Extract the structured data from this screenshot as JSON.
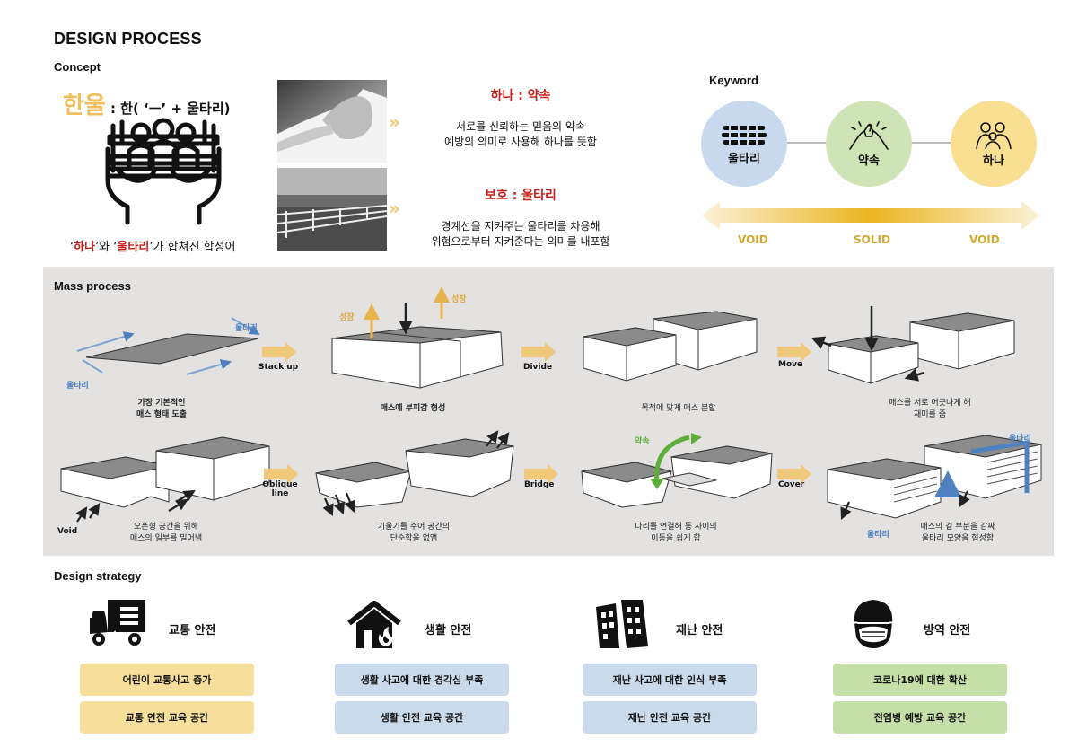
{
  "title": "DESIGN PROCESS",
  "concept": {
    "heading": "Concept",
    "name_highlight": "한울",
    "name_formula": ": 한( ‘ㅡ’ + 울타리)",
    "caption_q1": "‘",
    "caption_hana": "하나",
    "caption_mid": "’와 ‘",
    "caption_ultari": "울타리",
    "caption_end": "’가 합쳐진 합성어",
    "items": [
      {
        "title": "하나 : 약속",
        "line1": "서로를 신뢰하는 믿음의 약속",
        "line2": "예방의 의미로 사용해 하나를 뜻함"
      },
      {
        "title": "보호 : 울타리",
        "line1": "경계선을 지켜주는 울타리를 차용해",
        "line2": "위험으로부터 지켜준다는 의미를 내포함"
      }
    ]
  },
  "keyword": {
    "heading": "Keyword",
    "circles": [
      {
        "label": "울타리",
        "color": "#c8d9ee",
        "icon": "fence-icon"
      },
      {
        "label": "약속",
        "color": "#cfe4b6",
        "icon": "pinky-promise-icon"
      },
      {
        "label": "하나",
        "color": "#f8df92",
        "icon": "family-icon"
      }
    ],
    "scale": [
      "VOID",
      "SOLID",
      "VOID"
    ],
    "accent": "#e9b420"
  },
  "mass": {
    "heading": "Mass process",
    "row1": {
      "steps": [
        "Stack up",
        "Divide",
        "Move"
      ],
      "captions": [
        [
          "가장 기본적인",
          "매스 형태 도출"
        ],
        [
          "매스에 부피감 형성"
        ],
        [
          "목적에 맞게 매스 분할"
        ],
        [
          "매스를 서로 어긋나게 해",
          "재미를 줌"
        ]
      ],
      "fence_top": "울타리",
      "fence_bottom": "울타리",
      "grow": "성장"
    },
    "row2": {
      "steps": [
        "Oblique",
        "line",
        "Bridge",
        "Cover"
      ],
      "void": "Void",
      "promise": "약속",
      "fence_a": "울타리",
      "fence_b": "울타리",
      "captions": [
        [
          "오픈형 공간을 위해",
          "매스의 일부를 밀어냄"
        ],
        [
          "기울기를 주어 공간의",
          "단순함을 없앰"
        ],
        [
          "다리를 연결해 동 사이의",
          "이동을 쉽게 함"
        ],
        [
          "매스의 겉 부분을 감싸",
          "울타리 모양을 형성함"
        ]
      ]
    }
  },
  "strategy": {
    "heading": "Design strategy",
    "columns": [
      {
        "title": "교통 안전",
        "icon": "truck-accident-icon",
        "color": "#f6df9a",
        "boxes": [
          "어린이 교통사고 증가",
          "교통 안전 교육 공간"
        ]
      },
      {
        "title": "생활 안전",
        "icon": "house-fire-icon",
        "color": "#c9daeb",
        "boxes": [
          "생활 사고에 대한 경각심 부족",
          "생활 안전 교육 공간"
        ]
      },
      {
        "title": "재난 안전",
        "icon": "collapsed-building-icon",
        "color": "#c9daeb",
        "boxes": [
          "재난 사고에 대한 인식 부족",
          "재난 안전 교육 공간"
        ]
      },
      {
        "title": "방역 안전",
        "icon": "mask-face-icon",
        "color": "#c6dfa8",
        "boxes": [
          "코로나19에 대한 확산",
          "전염병 예방 교육 공간"
        ]
      }
    ]
  }
}
